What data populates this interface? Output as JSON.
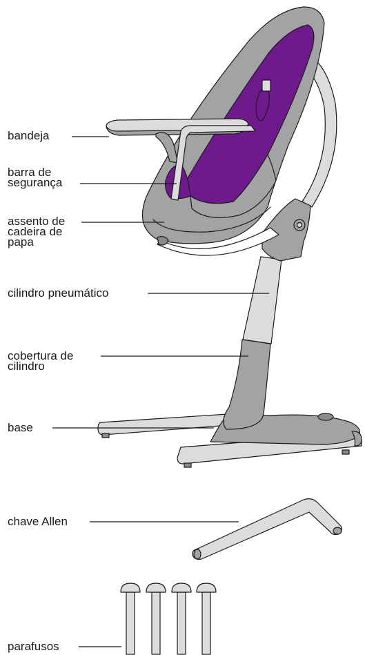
{
  "labels": {
    "tray": "bandeja",
    "safety_bar": "barra de\nsegurança",
    "seat": "assento de\ncadeira de\npapa",
    "gas_cylinder": "cilindro pneumático",
    "cylinder_cover": "cobertura de\ncilindro",
    "base": "base",
    "allen_key": "chave Allen",
    "screws": "parafusos"
  },
  "colors": {
    "frame_gray": "#a3a3a5",
    "light_gray": "#dcdcde",
    "dark_gray": "#8b8b8d",
    "seat_purple": "#6e1a8c",
    "outline": "#1a1a1a"
  }
}
